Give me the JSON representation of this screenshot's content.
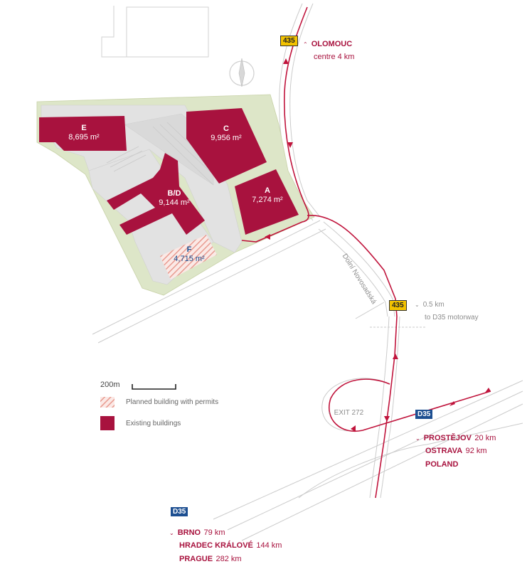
{
  "buildings": [
    {
      "id": "E",
      "area": "8,695 m²"
    },
    {
      "id": "C",
      "area": "9,956 m²"
    },
    {
      "id": "B/D",
      "area": "9,144 m²"
    },
    {
      "id": "A",
      "area": "7,274 m²"
    },
    {
      "id": "F",
      "area": "4,715 m²"
    }
  ],
  "roads": {
    "r435_top": "435",
    "r435_mid": "435",
    "d35_right": "D35",
    "d35_bottom": "D35",
    "street": "Dolní Novosadská",
    "exit": "EXIT 272"
  },
  "destinations": {
    "olomouc": {
      "city": "OLOMOUC",
      "note": "centre 4 km"
    },
    "motorway": {
      "dist": "0.5 km",
      "note": "to D35 motorway"
    },
    "east": [
      {
        "city": "PROSTĚJOV",
        "dist": "20 km"
      },
      {
        "city": "OSTRAVA",
        "dist": "92 km"
      },
      {
        "city": "POLAND",
        "dist": ""
      }
    ],
    "west": [
      {
        "city": "BRNO",
        "dist": "79 km"
      },
      {
        "city": "HRADEC KRÁLOVÉ",
        "dist": "144 km"
      },
      {
        "city": "PRAGUE",
        "dist": "282 km"
      }
    ]
  },
  "legend": {
    "scale": "200m",
    "planned": "Planned building with permits",
    "existing": "Existing buildings"
  },
  "colors": {
    "building": "#a8123e",
    "site": "#dde6c8",
    "pavement": "#e2e2e2",
    "road_line": "#c8c8c8",
    "route": "#c0143c",
    "planned": "#e89a8f"
  }
}
